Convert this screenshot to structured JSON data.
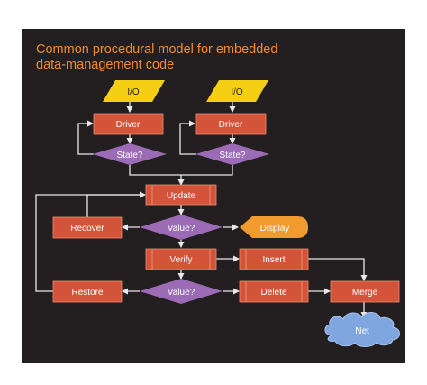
{
  "title": {
    "line1": "Common procedural model for embedded",
    "line2": "data-management code"
  },
  "nodes": {
    "io_left": "I/O",
    "io_right": "I/O",
    "driver_left": "Driver",
    "driver_right": "Driver",
    "state_left": "State?",
    "state_right": "State?",
    "update": "Update",
    "recover": "Recover",
    "value_top": "Value?",
    "display": "Display",
    "verify": "Verify",
    "insert": "Insert",
    "restore": "Restore",
    "value_bottom": "Value?",
    "delete": "Delete",
    "merge": "Merge",
    "net": "Net"
  },
  "colors": {
    "background": "#231f20",
    "io": "#f5cf14",
    "process": "#d4543a",
    "decision": "#9b6bb5",
    "display": "#f19a2e",
    "cloud": "#7fa6df",
    "title": "#ef8a33",
    "connector": "#e8e8e8"
  }
}
